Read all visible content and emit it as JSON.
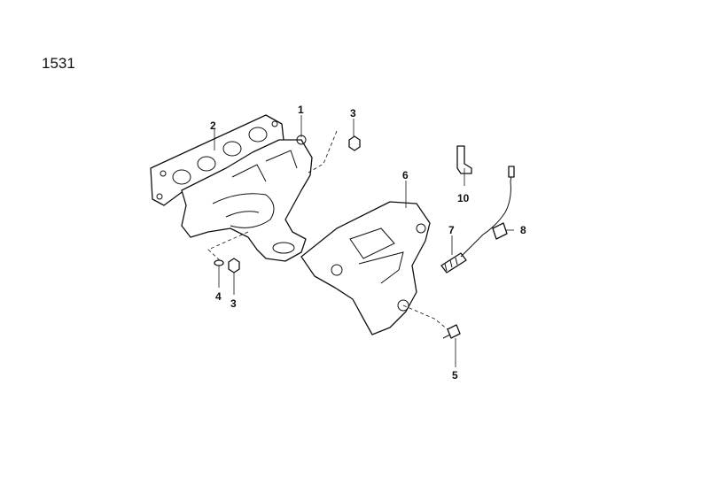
{
  "figure_number": "1531",
  "callouts": [
    {
      "id": "gasket",
      "label": "2"
    },
    {
      "id": "manifold",
      "label": "1"
    },
    {
      "id": "nut-top",
      "label": "3"
    },
    {
      "id": "heat-shield",
      "label": "6"
    },
    {
      "id": "bracket",
      "label": "10"
    },
    {
      "id": "sensor-body",
      "label": "7"
    },
    {
      "id": "sensor-cable",
      "label": "8"
    },
    {
      "id": "washer",
      "label": "4"
    },
    {
      "id": "nut-bottom",
      "label": "3"
    },
    {
      "id": "bolt",
      "label": "5"
    }
  ]
}
